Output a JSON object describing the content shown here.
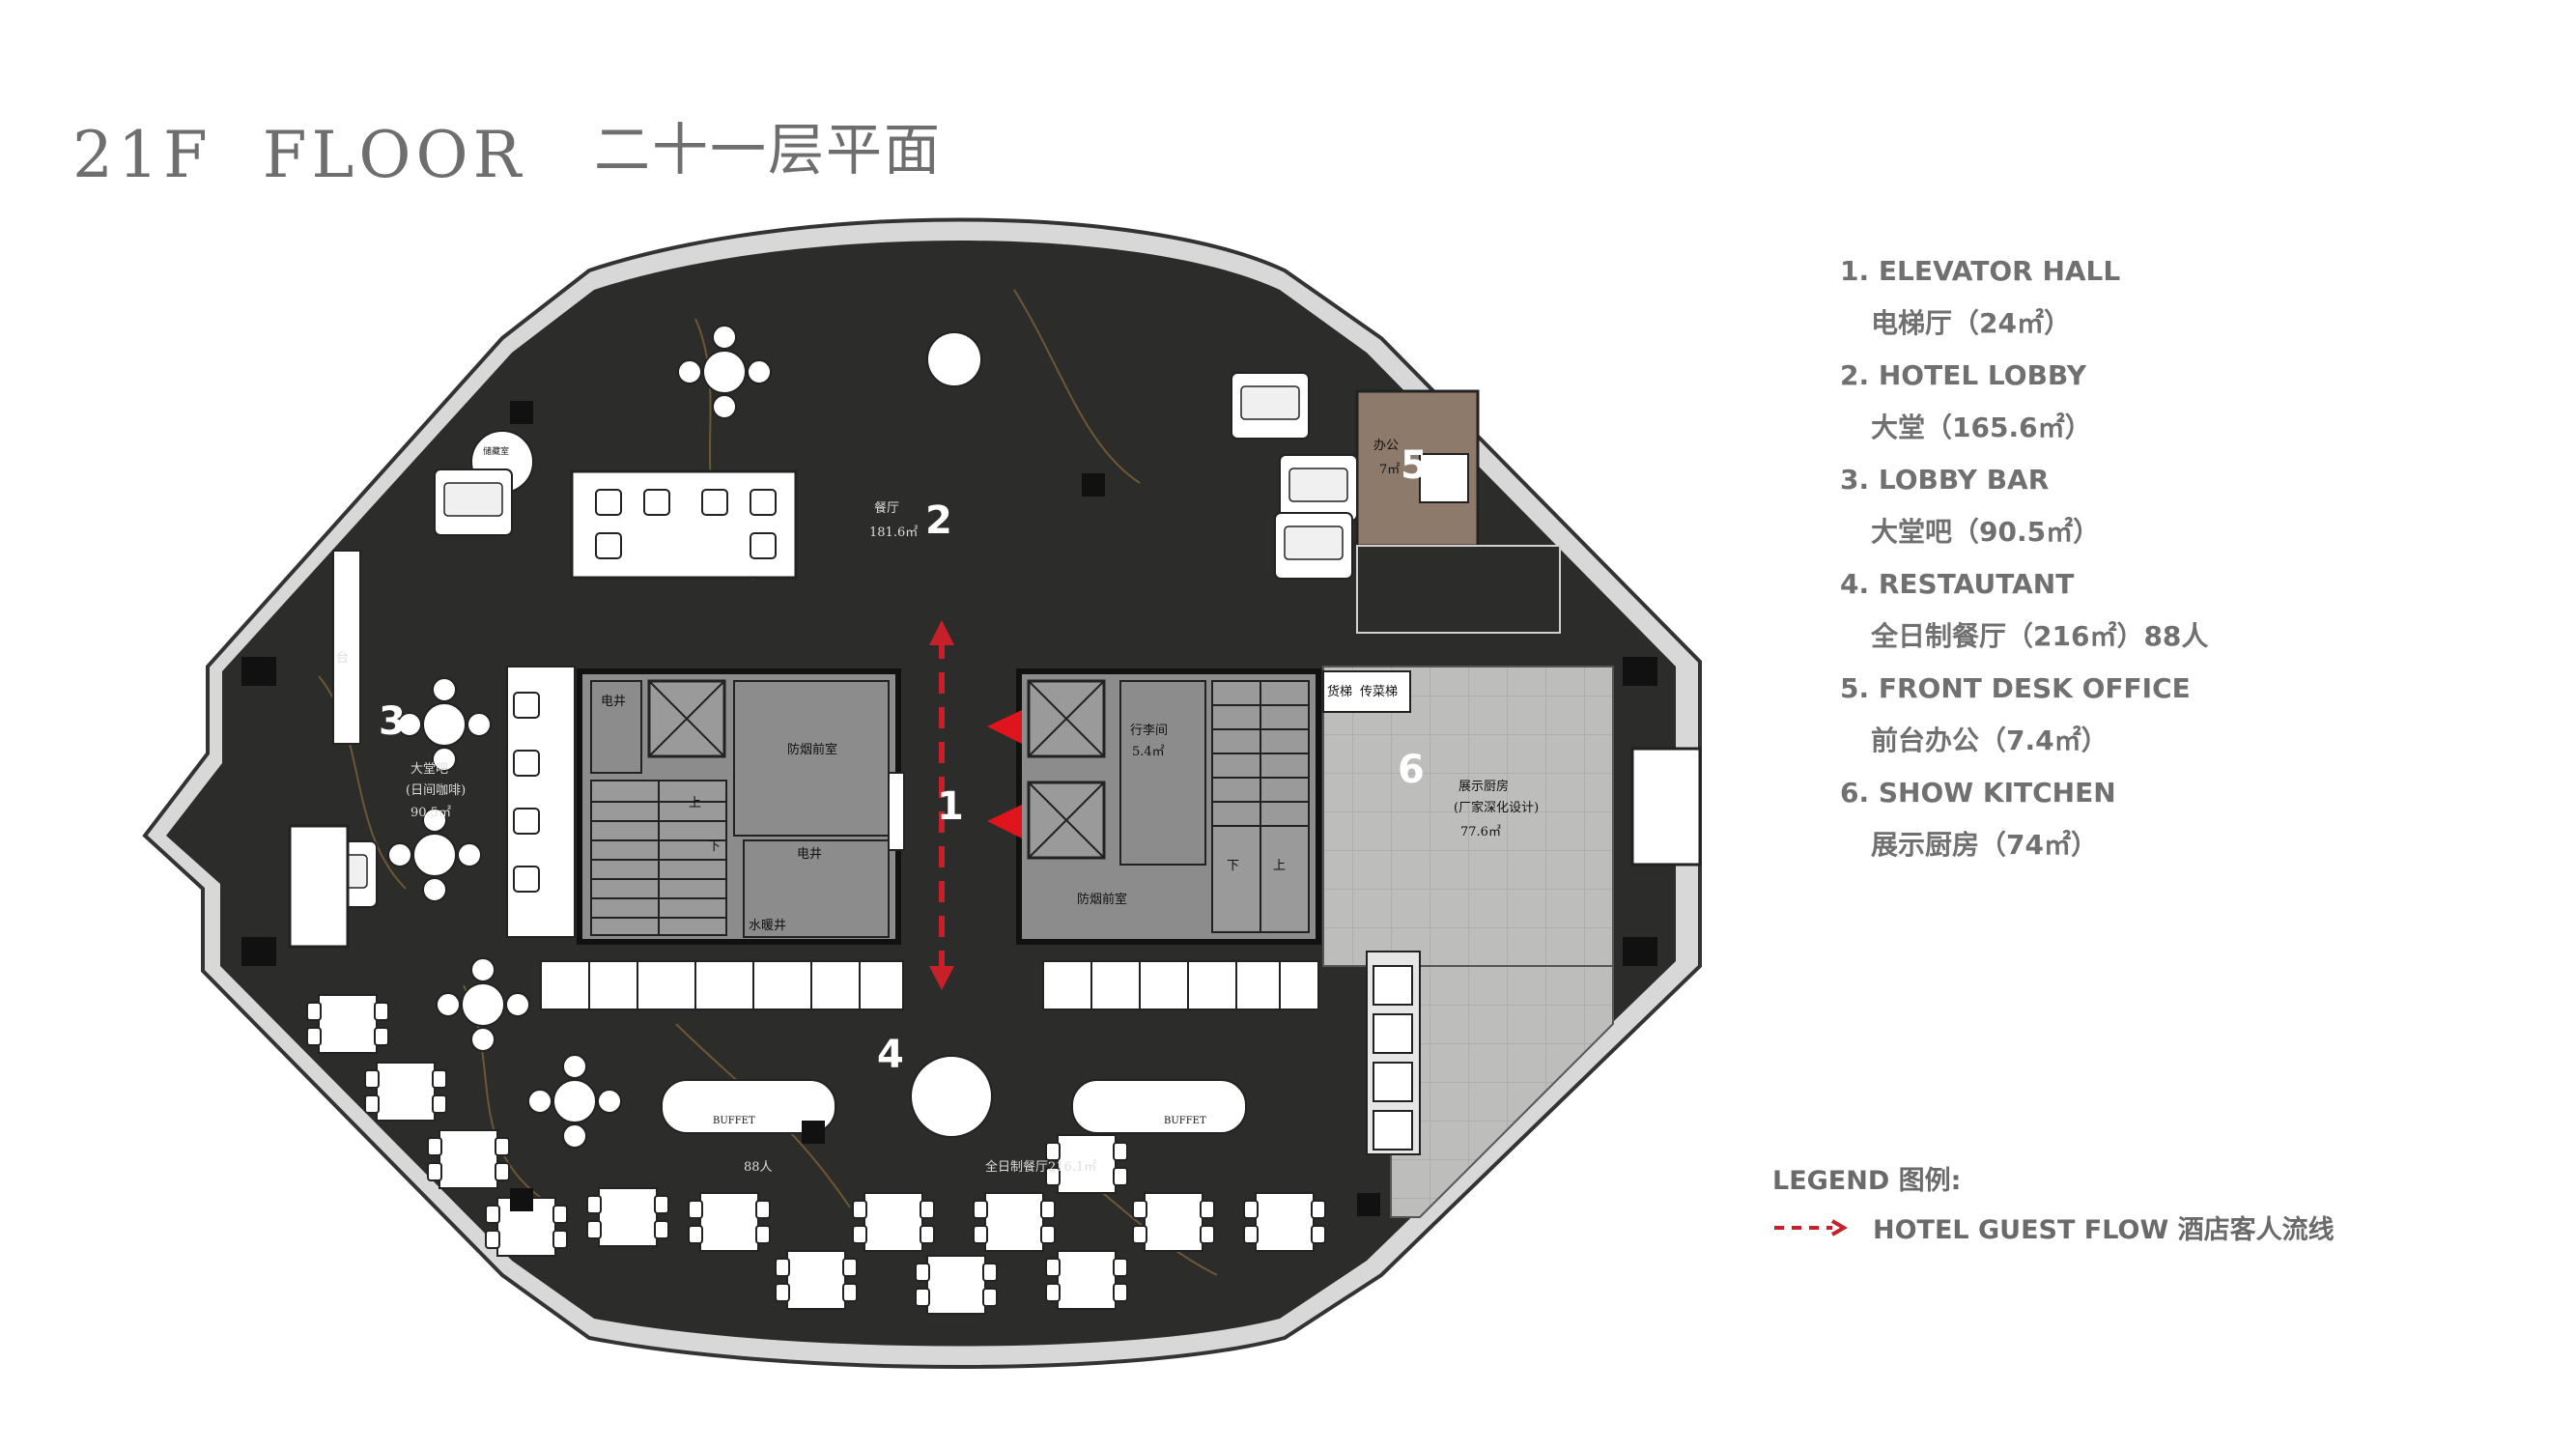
{
  "title": {
    "en": "21F  FLOOR",
    "cn": "二十一层平面"
  },
  "legend_items": [
    {
      "en": "1. ELEVATOR HALL",
      "cn": "电梯厅（24㎡）"
    },
    {
      "en": "2. HOTEL LOBBY",
      "cn": "大堂（165.6㎡）"
    },
    {
      "en": "3. LOBBY BAR",
      "cn": "大堂吧（90.5㎡）"
    },
    {
      "en": "4. RESTAUTANT",
      "cn": "全日制餐厅（216㎡）88人"
    },
    {
      "en": "5. FRONT DESK OFFICE",
      "cn": "前台办公（7.4㎡）"
    },
    {
      "en": "6. SHOW KITCHEN",
      "cn": "展示厨房（74㎡）"
    }
  ],
  "legend": {
    "title": "LEGEND 图例:",
    "guest_flow": "HOTEL GUEST FLOW 酒店客人流线",
    "flow_color": "#c8202a"
  },
  "plan": {
    "zone_numbers": [
      "1",
      "2",
      "3",
      "4",
      "5",
      "6"
    ],
    "labels": {
      "dining_hall": "餐厅",
      "dining_area": "181.6㎡",
      "bar_label": "大堂吧",
      "bar_sub": "(日间咖啡)",
      "bar_area": "90.5㎡",
      "elev_shaft": "电井",
      "smoke_room": "防烟前室",
      "up": "上",
      "down": "下",
      "water_shaft": "水暖井",
      "luggage": "行李间",
      "luggage_area": "5.4㎡",
      "freight_lift": "货梯",
      "food_lift": "传菜梯",
      "kitchen": "展示厨房",
      "kitchen_sub": "(厂家深化设计)",
      "kitchen_area": "77.6㎡",
      "office": "办公",
      "office_area": "7㎡",
      "buffet": "BUFFET",
      "restaurant_area": "全日制餐厅216.1㎡",
      "people": "88人",
      "bar_counter": "台",
      "storage": "储藏室"
    }
  },
  "colors": {
    "floor": "#2c2c2a",
    "core": "#8c8c8c",
    "kitchen": "#bdbdbb",
    "office": "#8d7a6a",
    "text": "#707070"
  }
}
